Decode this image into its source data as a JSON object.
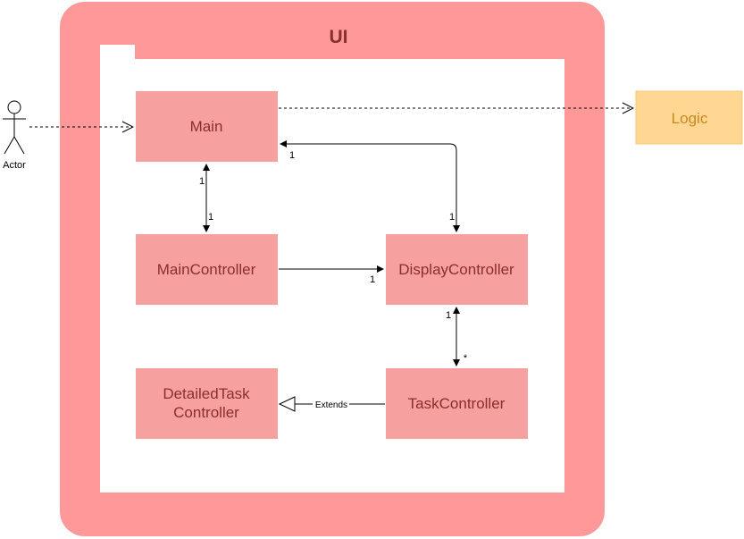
{
  "package": {
    "title": "UI"
  },
  "actor": {
    "label": "Actor"
  },
  "external": {
    "logic": "Logic"
  },
  "classes": {
    "main": "Main",
    "main_controller": "MainController",
    "display_controller": "DisplayController",
    "detailed_task_controller_line1": "DetailedTask",
    "detailed_task_controller_line2": "Controller",
    "task_controller": "TaskController"
  },
  "multiplicities": {
    "main_display_main_end": "1",
    "main_display_display_end": "1",
    "main_mc_main_end": "1",
    "main_mc_mc_end": "1",
    "mc_display_display_end": "1",
    "display_task_display_end": "1",
    "display_task_task_end": "*"
  },
  "relations": {
    "extends": "Extends"
  },
  "colors": {
    "package_fill": "#ff9999",
    "class_fill": "#f7a0a0",
    "logic_fill": "#ffd793",
    "text_dark_red": "#8b2e2e",
    "logic_text": "#c88a1e"
  }
}
